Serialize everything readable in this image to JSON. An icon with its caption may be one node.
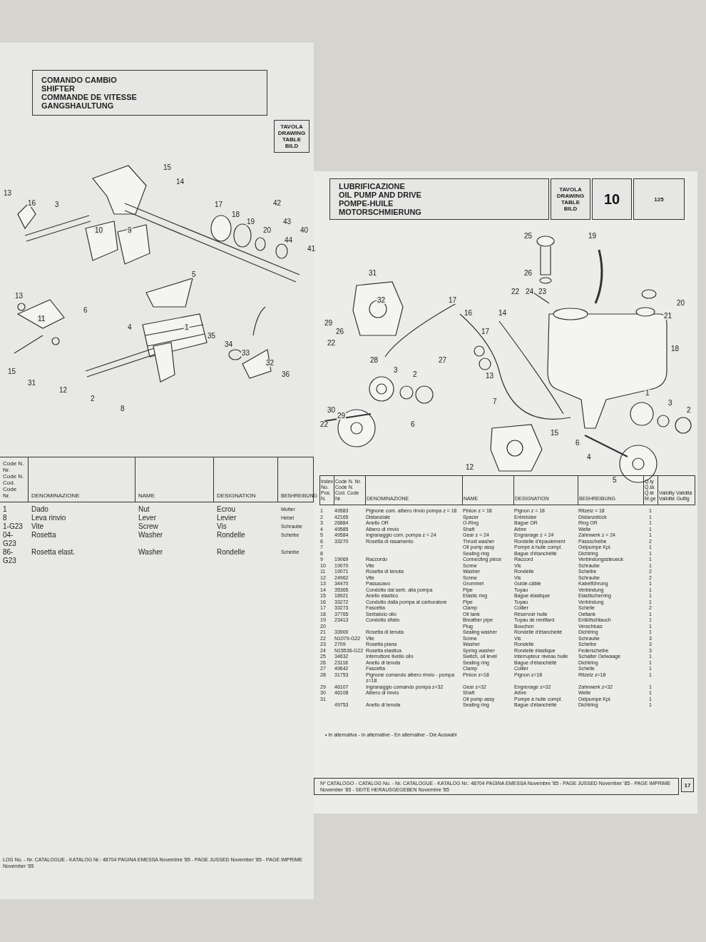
{
  "diagram": {
    "nodes": [
      {
        "text": [
          "COMANDO CAMBIO",
          "SHIFTER",
          "COMMANDE DE VITESSE",
          "GANGSHAULTUNG"
        ]
      },
      {
        "text": [
          "TAVOLA DRAWING TABLE BILD"
        ]
      },
      {
        "text": [
          "LUBRIFICAZIONE",
          "OIL PUMP AND DRIVE",
          "POMPE-HUILE",
          "MOTORSCHMIERUNG"
        ]
      },
      {
        "text": [
          "TAVOLA DRAWING TABLE BILD"
        ]
      },
      {
        "text": [
          "10"
        ]
      },
      {
        "text": [
          "125"
        ]
      },
      {
        "text": [
          "Nº CATALOGO - CATALOG No. - Nr. CATALOGUE - KATALOG Nr.: 48704 PAGINA EMESSA Novembre '85 - PAGE JUSSED November '85 - PAGE IMPRIME November '85 - SEITE HERAUSGEGEBEN Novembre '85"
        ]
      },
      {
        "text": [
          "17"
        ]
      }
    ],
    "labels": [
      "15",
      "14",
      "13",
      "16",
      "3",
      "17",
      "42",
      "18",
      "19",
      "43",
      "10",
      "9",
      "20",
      "40",
      "44",
      "41",
      "5",
      "13",
      "6",
      "11",
      "4",
      "1",
      "35",
      "34",
      "33",
      "32",
      "15",
      "36",
      "31",
      "12",
      "2",
      "8",
      "Code N. Nr. Code N. Cod. Code Nr.",
      "DENOMINAZIONE",
      "NAME",
      "DESIGNATION",
      "BESHREIBUNG",
      "1",
      "Dado",
      "Nut",
      "Ecrou",
      "Mutter",
      "8",
      "Leva rinvio",
      "Lever",
      "Levier",
      "Hebel",
      "1-G23",
      "Vite",
      "Screw",
      "Vis",
      "Schraube",
      "04-G23",
      "Rosetta",
      "Washer",
      "Rondelle",
      "Scheibe",
      "86-G23",
      "Rosetta elast.",
      "Washer",
      "Rondelle",
      "Scheibe",
      "LOG No. - Nr. CATALOGUE - KATALOG Nr.: 48704 PAGINA EMESSA Novembre '85 - PAGE JUSSED November '85 - PAGE IMPRIME November '85",
      "25",
      "19",
      "31",
      "26",
      "22",
      "24",
      "23",
      "32",
      "17",
      "20",
      "16",
      "14",
      "21",
      "29",
      "26",
      "17",
      "22",
      "18",
      "28",
      "27",
      "3",
      "2",
      "13",
      "1",
      "7",
      "3",
      "30",
      "29",
      "2",
      "22",
      "6",
      "15",
      "6",
      "4",
      "12",
      "5",
      "Index No. Pos. N.",
      "Code N. Nr. Code N. Cod. Code Nr.",
      "DENOMINAZIONE",
      "NAME",
      "DESIGNATION",
      "BESHREIBUNG",
      "Q.ty Q.tà Q.té M.ge",
      "Validity Validità Validité Gultig",
      "1",
      "49583",
      "Pignone com. albero rinvio pompa z = 18",
      "Pinion z = 18",
      "Pignon z = 18",
      "Ritzelz = 18",
      "1",
      "2",
      "42165",
      "Distanziale",
      "Spacer",
      "Entretoise",
      "Distanzstück",
      "1",
      "3",
      "26884",
      "Anello OR",
      "O-Ring",
      "Bague OR",
      "Ring OR",
      "1",
      "4",
      "49585",
      "Albero di rinvio",
      "Shaft",
      "Arbre",
      "Welle",
      "1",
      "5",
      "49584",
      "Ingranaggio com. pompa z = 24",
      "Gear z = 24",
      "Engranage z = 24",
      "Zahnwerk z = 24",
      "1",
      "6",
      "33270",
      "Rosetta di rasamento",
      "Thrust washer",
      "Rondelle d'épaulement",
      "Passscheibe",
      "2",
      "7",
      "Oil pump assy",
      "Pompe à huile compl.",
      "Oelpumpe Kpl.",
      "1",
      "8",
      "Sealing ring",
      "Bague d'étanchéité",
      "Dichtring",
      "1",
      "9",
      "19069",
      "Raccordo",
      "Connecting piece",
      "Raccord",
      "Verbindungssteueck",
      "1",
      "10",
      "19070",
      "Vite",
      "Screw",
      "Vis",
      "Schraube",
      "1",
      "11",
      "19071",
      "Rosetta di tenuta",
      "Washer",
      "Rondelle",
      "Scheibe",
      "2",
      "12",
      "24962",
      "Vite",
      "Screw",
      "Vis",
      "Schraube",
      "2",
      "13",
      "34470",
      "Passacavo",
      "Grommet",
      "Guide-câble",
      "Kabelführung",
      "1",
      "14",
      "35365",
      "Condotto dal serb. alla pompa",
      "Pipe",
      "Tuyau",
      "Verbindung",
      "1",
      "15",
      "18921",
      "Anello elastico",
      "Elastic ring",
      "Bague élastique",
      "Elastischerring",
      "1",
      "16",
      "33272",
      "Condotto dalla pompa al carburatore",
      "Pipe",
      "Tuyau",
      "Verbindung",
      "1",
      "17",
      "33273",
      "Fascetta",
      "Clamp",
      "Collier",
      "Schelle",
      "2",
      "18",
      "37765",
      "Serbatoio olio",
      "Oil tank",
      "Réservoir huile",
      "Oeltank",
      "1",
      "19",
      "23413",
      "Condotto sfiato",
      "Breather pipe",
      "Tuyau de reniflard",
      "Entlüfschlauch",
      "1",
      "20",
      "Plug",
      "Bouchon",
      "Verschluss",
      "1",
      "21",
      "33900",
      "Rosetta di tenuta",
      "Sealing washer",
      "Rondelle d'étancheité",
      "Dichtring",
      "1",
      "22",
      "N1079-G22",
      "Vite",
      "Screw",
      "Vis",
      "Schraube",
      "3",
      "23",
      "2709",
      "Rosetta piana",
      "Washer",
      "Rondelle",
      "Scheibe",
      "3",
      "24",
      "N15536-G22",
      "Rosetta elastica",
      "Spring washer",
      "Rondelle élastique",
      "Federscheibe",
      "3",
      "25",
      "34632",
      "Interruttore livello olio",
      "Switch, oil level",
      "Interrupteur niveau huile",
      "Schalter Oelwaage",
      "1",
      "26",
      "23118",
      "Anello di tenuta",
      "Sealing ring",
      "Bague d'étanchéité",
      "Dichtring",
      "1",
      "27",
      "49642",
      "Fascetta",
      "Clamp",
      "Collier",
      "Schelle",
      "1",
      "28",
      "31753",
      "Pignone comando albero rinvio - pompa z=18",
      "Pinion z=18",
      "Pignon z=18",
      "Ritzelz z=18",
      "1",
      "29",
      "46107",
      "Ingranaggio comando pompa z=32",
      "Gear z=32",
      "Engrenage z=32",
      "Zahnwerk z=32",
      "1",
      "30",
      "46108",
      "Albero di rinvio",
      "Shaft",
      "Arbre",
      "Welle",
      "1",
      "31",
      "Oil pump assy",
      "Pompe à huile compl.",
      "Oelpumpe Kpl.",
      "1",
      "49753",
      "Anello di tenuta",
      "Sealing ring",
      "Bague d'étanchéité",
      "Dichtring",
      "1",
      "• In alternativa - In alternative - En alternative - Die Auswahl"
    ]
  }
}
